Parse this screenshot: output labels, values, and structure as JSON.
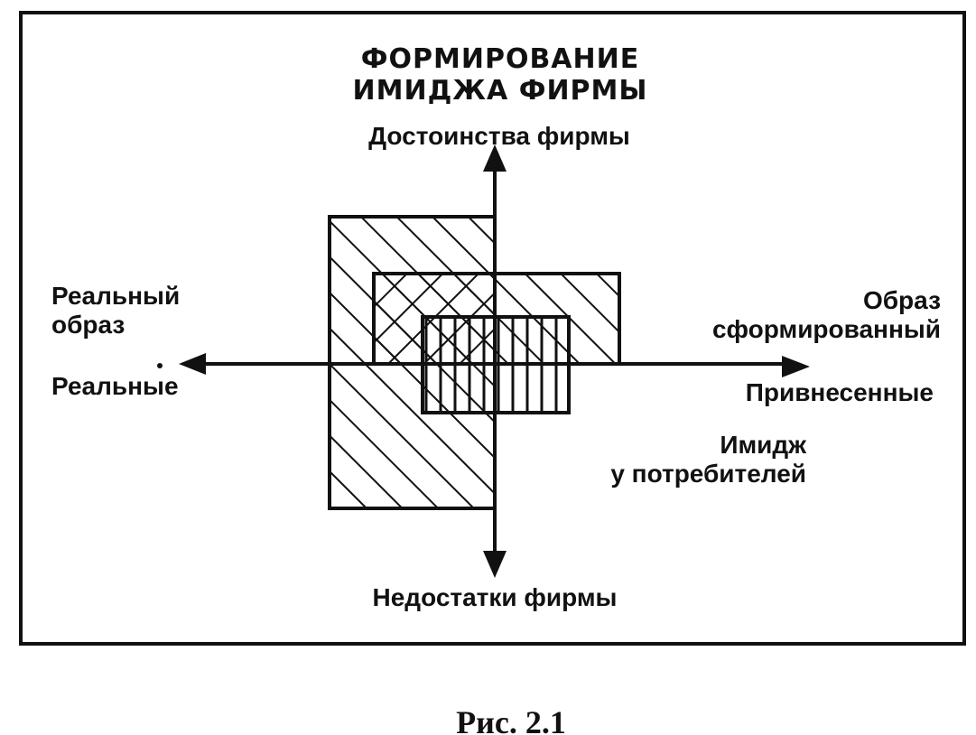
{
  "diagram": {
    "title_line1": "ФОРМИРОВАНИЕ",
    "title_line2": "ИМИДЖА ФИРМЫ",
    "axis_top": "Достоинства фирмы",
    "axis_bottom": "Недостатки фирмы",
    "left_label_line1": "Реальный",
    "left_label_line2": "образ",
    "left_axis_label": "Реальные",
    "right_label_line1": "Образ",
    "right_label_line2": "сформированный",
    "right_axis_label": "Привнесенные",
    "consumer_label_line1": "Имидж",
    "consumer_label_line2": "у потребителей"
  },
  "caption": "Рис. 2.1",
  "colors": {
    "ink": "#111111",
    "background": "#ffffff"
  }
}
